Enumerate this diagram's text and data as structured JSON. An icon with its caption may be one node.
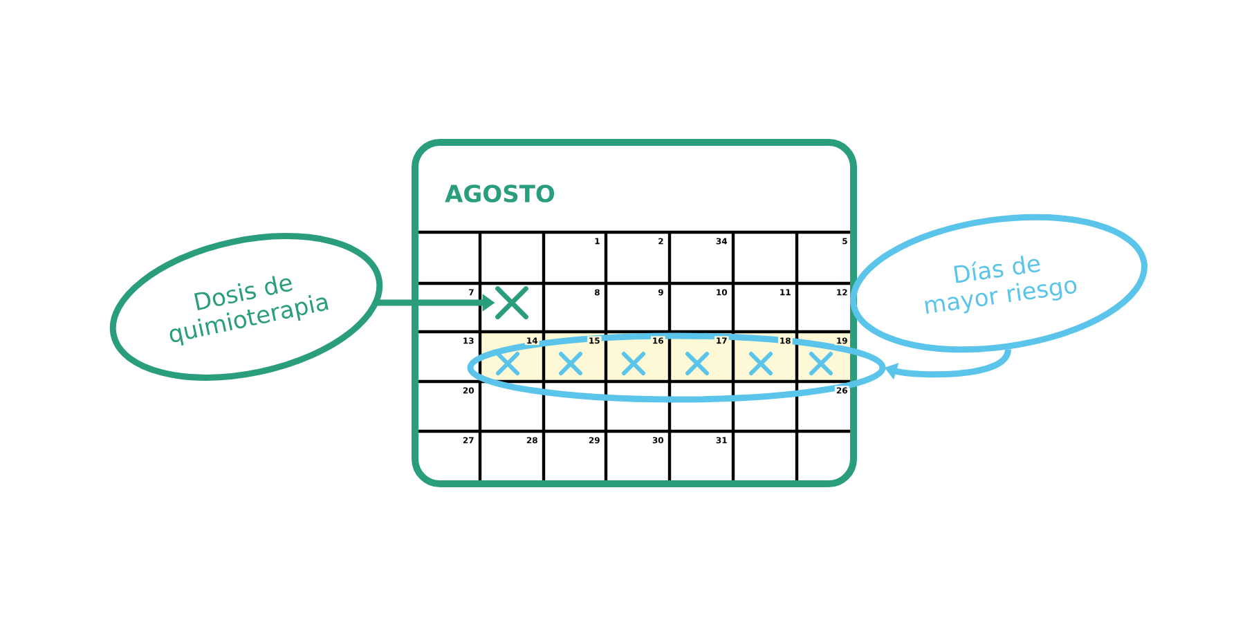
{
  "diagram": {
    "nodes": [
      {
        "text": [
          "Dosis de quimioterapia"
        ]
      },
      {
        "text": [
          "AGOSTO"
        ]
      },
      {
        "text": [],
        "shape": "cross",
        "in": 1
      },
      {
        "text": [
          "Días de mayor riesgo"
        ]
      },
      {
        "text": [],
        "shape": "circle"
      }
    ],
    "edges": [
      {
        "from": 0,
        "to": 2,
        "arrow": "to",
        "color": "#2a9d7c"
      },
      {
        "from": 3,
        "to": 4,
        "arrow": "to",
        "color": "#5bc4ea"
      }
    ],
    "labels": [
      "1",
      "2",
      "34",
      "5",
      "7",
      "8",
      "9",
      "10",
      "11",
      "12",
      "13",
      "14",
      "15",
      "16",
      "17",
      "18",
      "19",
      "20",
      "26",
      "27",
      "28",
      "29",
      "30",
      "31"
    ]
  }
}
